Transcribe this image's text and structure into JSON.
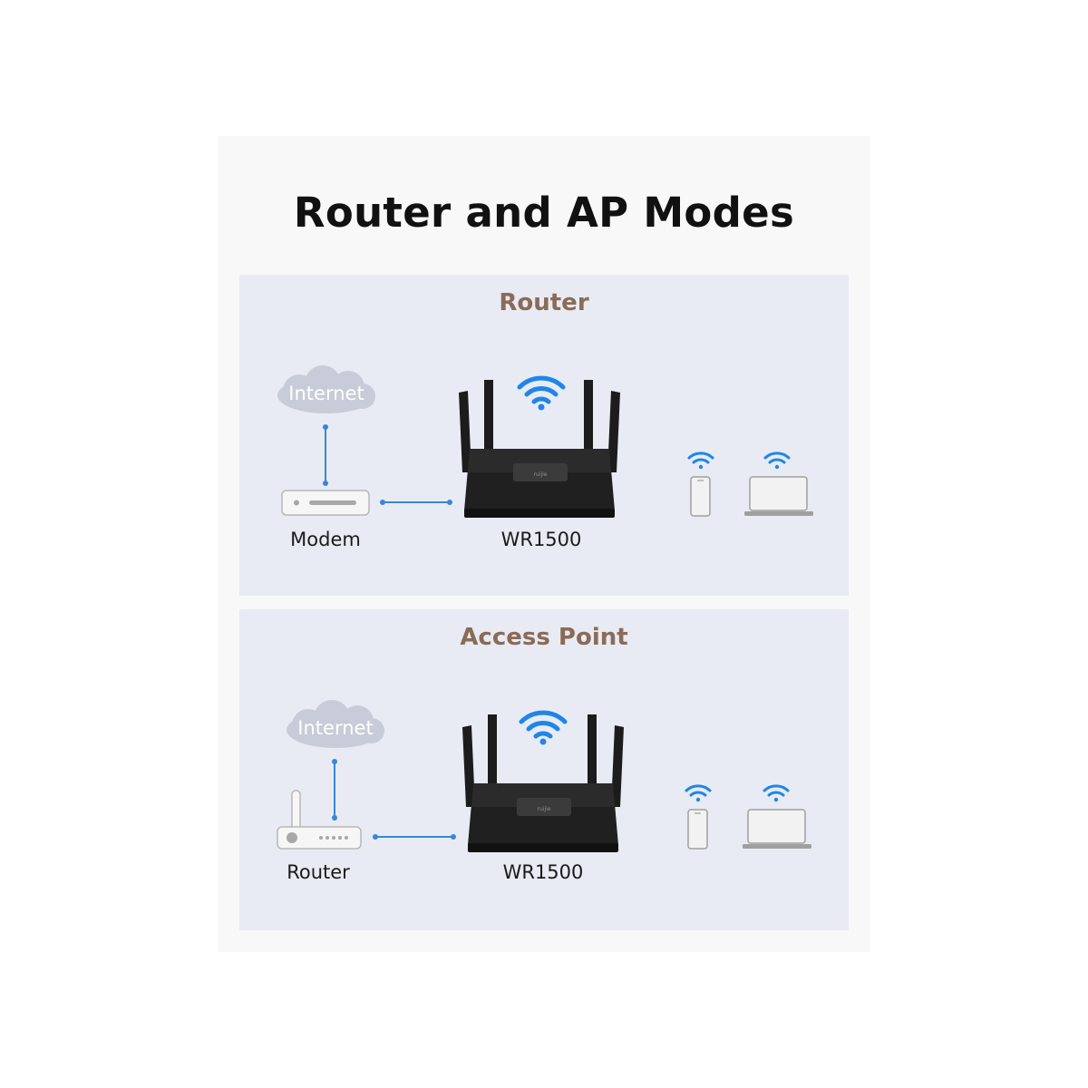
{
  "title": "Router and AP Modes",
  "colors": {
    "panel_title": "#8a6b58",
    "link": "#3a86d6",
    "wifi": "#1f86e8",
    "cloud": "#c8ccd8"
  },
  "panels": [
    {
      "heading": "Router",
      "cloud_label": "Internet",
      "source_label": "Modem",
      "device_label": "WR1500",
      "source_icon": "modem-icon"
    },
    {
      "heading": "Access Point",
      "cloud_label": "Internet",
      "source_label": "Router",
      "device_label": "WR1500",
      "source_icon": "router-icon"
    }
  ],
  "icons": {
    "device": "wifi-router-icon",
    "phone": "smartphone-icon",
    "laptop": "laptop-icon",
    "wifi": "wifi-signal-icon",
    "cloud": "cloud-icon"
  },
  "device_logo": "ruijie"
}
